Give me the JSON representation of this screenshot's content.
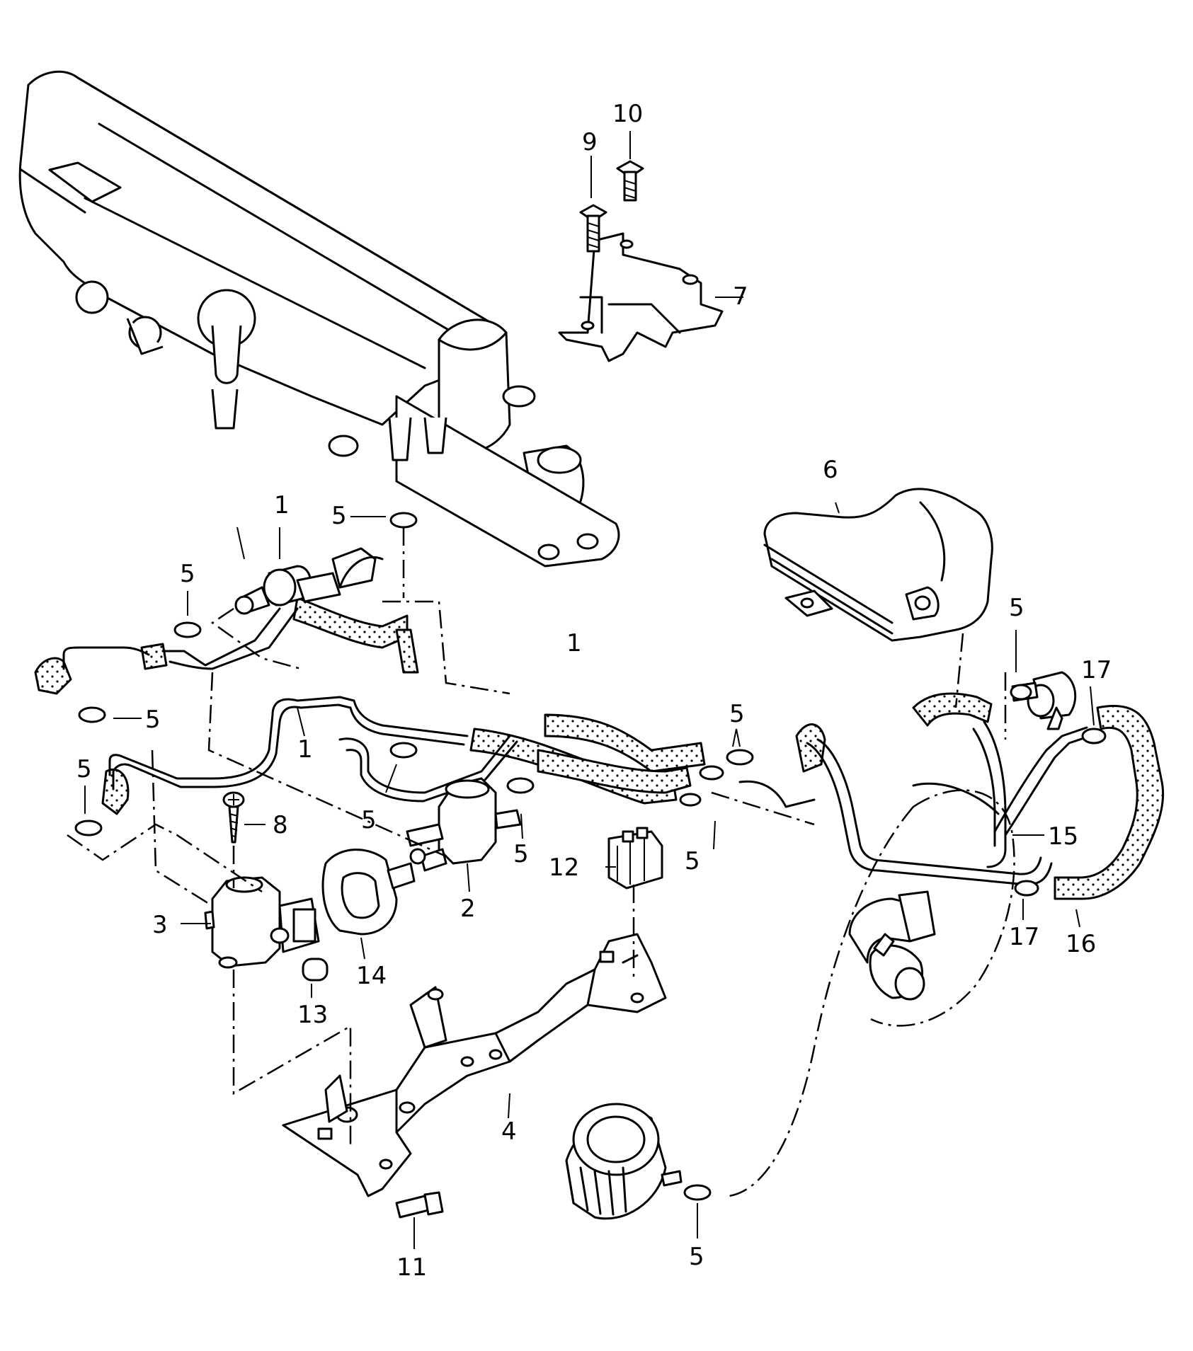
{
  "diagram": {
    "callouts": [
      {
        "id": "c1a",
        "label": "1"
      },
      {
        "id": "c1b",
        "label": "1"
      },
      {
        "id": "c1c",
        "label": "1"
      },
      {
        "id": "c2",
        "label": "2"
      },
      {
        "id": "c3",
        "label": "3"
      },
      {
        "id": "c4",
        "label": "4"
      },
      {
        "id": "c5a",
        "label": "5"
      },
      {
        "id": "c5b",
        "label": "5"
      },
      {
        "id": "c5c",
        "label": "5"
      },
      {
        "id": "c5d",
        "label": "5"
      },
      {
        "id": "c5e",
        "label": "5"
      },
      {
        "id": "c5f",
        "label": "5"
      },
      {
        "id": "c5g",
        "label": "5"
      },
      {
        "id": "c5h",
        "label": "5"
      },
      {
        "id": "c5i",
        "label": "5"
      },
      {
        "id": "c5j",
        "label": "5"
      },
      {
        "id": "c6",
        "label": "6"
      },
      {
        "id": "c7",
        "label": "7"
      },
      {
        "id": "c8",
        "label": "8"
      },
      {
        "id": "c9",
        "label": "9"
      },
      {
        "id": "c10",
        "label": "10"
      },
      {
        "id": "c11",
        "label": "11"
      },
      {
        "id": "c12",
        "label": "12"
      },
      {
        "id": "c13",
        "label": "13"
      },
      {
        "id": "c14",
        "label": "14"
      },
      {
        "id": "c15",
        "label": "15"
      },
      {
        "id": "c16",
        "label": "16"
      },
      {
        "id": "c17a",
        "label": "17"
      },
      {
        "id": "c17b",
        "label": "17"
      }
    ]
  }
}
